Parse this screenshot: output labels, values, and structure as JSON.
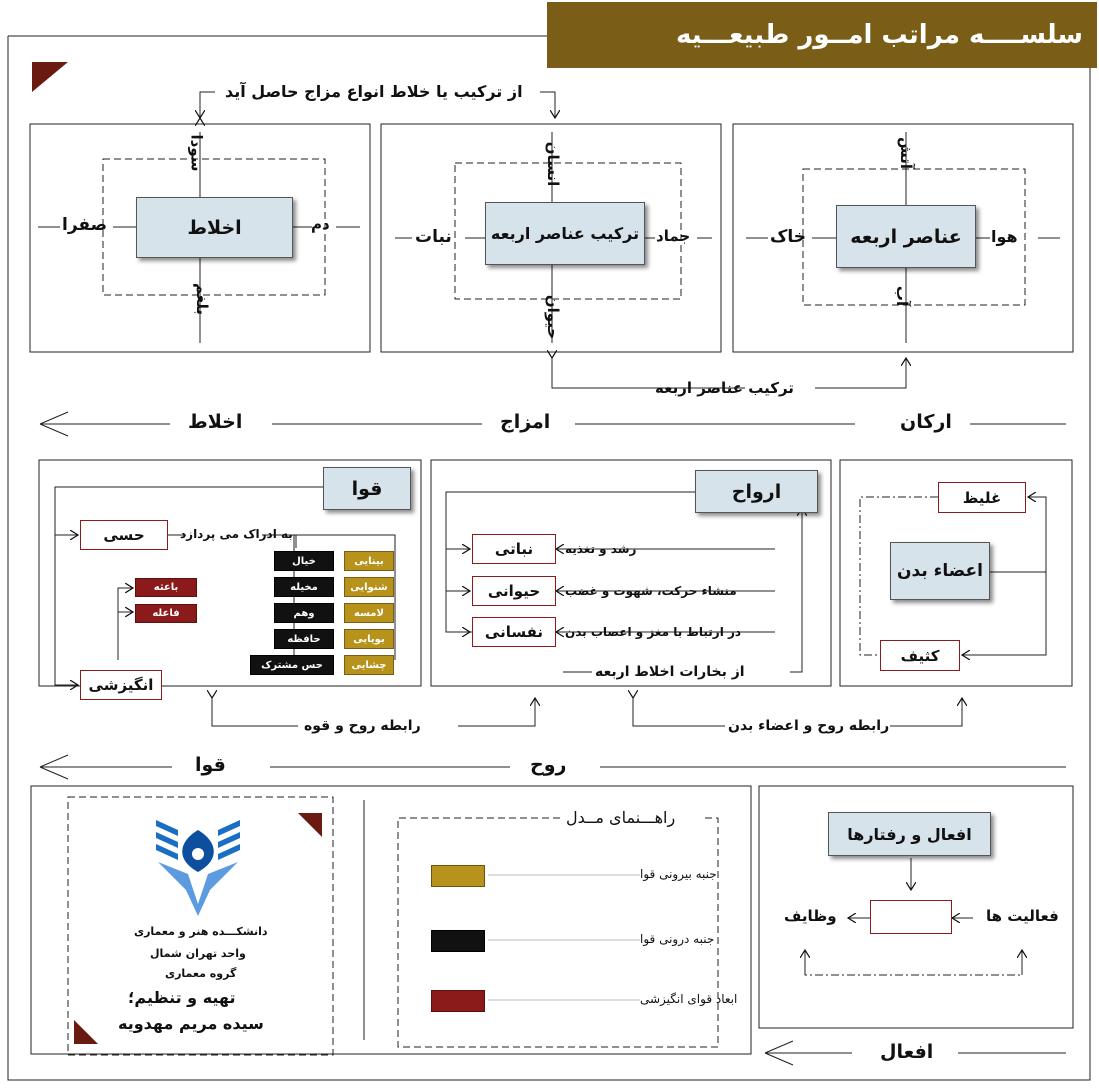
{
  "title": "سلســــه مراتب امــور طبیعـــیه",
  "top_label": "از ترکیب یا خلاط انواع مزاج حاصل آید",
  "panel_elements": {
    "center": "عناصر اربعه",
    "top": "آتش",
    "bottom": "آب",
    "right": "هوا",
    "left": "خاک"
  },
  "panel_compound": {
    "center": "ترکیب عناصر اربعه",
    "top": "انسان",
    "bottom": "حیوان",
    "right": "جماد",
    "left": "نبات"
  },
  "panel_humors": {
    "center": "اخلاط",
    "top": "سودا",
    "bottom": "بلغم",
    "right": "دم",
    "left": "صفرا"
  },
  "compound_label": "ترکیب عناصر اربعه",
  "row1_labels": {
    "arkan": "ارکان",
    "amzaj": "امزاج",
    "akhlat": "اخلاط"
  },
  "organs": {
    "title": "اعضاء بدن",
    "top": "غلیظ",
    "bottom": "کثیف"
  },
  "spirits": {
    "title": "ارواح",
    "items": [
      {
        "name": "نباتی",
        "desc": "رشد و تغذیه"
      },
      {
        "name": "حیوانی",
        "desc": "منشاء حرکت، شهوت و غضب"
      },
      {
        "name": "نفسانی",
        "desc": "در ارتباط با مغز و اعصاب بدن"
      }
    ],
    "bottom": "از بخارات اخلاط اربعه"
  },
  "faculties": {
    "title": "قوا",
    "sensory": "حسی",
    "sensory_label": "به ادراک می پردازد",
    "motive": "انگیزشی",
    "motive_items": [
      "باعثه",
      "فاعله"
    ],
    "outer": [
      "بینایی",
      "شنوایی",
      "لامسه",
      "بویایی",
      "چشایی"
    ],
    "inner": [
      "خیال",
      "مخیله",
      "وهم",
      "حافظه",
      "حس مشترک"
    ]
  },
  "row2_links": {
    "spirit_organs": "رابطه روح و اعضاء بدن",
    "spirit_faculty": "رابطه روح و قوه"
  },
  "row2_labels": {
    "rooh": "روح",
    "ghova": "قوا"
  },
  "actions": {
    "title": "افعال و رفتارها",
    "right": "فعالیت ها",
    "left": "وظایف"
  },
  "row3_label": "افعال",
  "legend": {
    "title": "راهـــنمای مــدل",
    "items": [
      {
        "label": "جنبه بیرونی قوا",
        "color": "#b8931c"
      },
      {
        "label": "جنبه درونی قوا",
        "color": "#111111"
      },
      {
        "label": "ابعاد قوای انگیزشی",
        "color": "#8b1a1a"
      }
    ]
  },
  "credits": {
    "line1": "دانشکـــده هنر و معماری",
    "line2": "واحد تهران شمال",
    "line3": "گروه معماری",
    "line4": "تهیه و تنظیم؛",
    "line5": "سیده مریم مهدویه"
  },
  "colors": {
    "gold": "#b8931c",
    "title_bg": "#7a5d16",
    "maroon": "#8b1a1a",
    "core": "#d7e3ea",
    "logo_blue": "#1a6fc4"
  }
}
